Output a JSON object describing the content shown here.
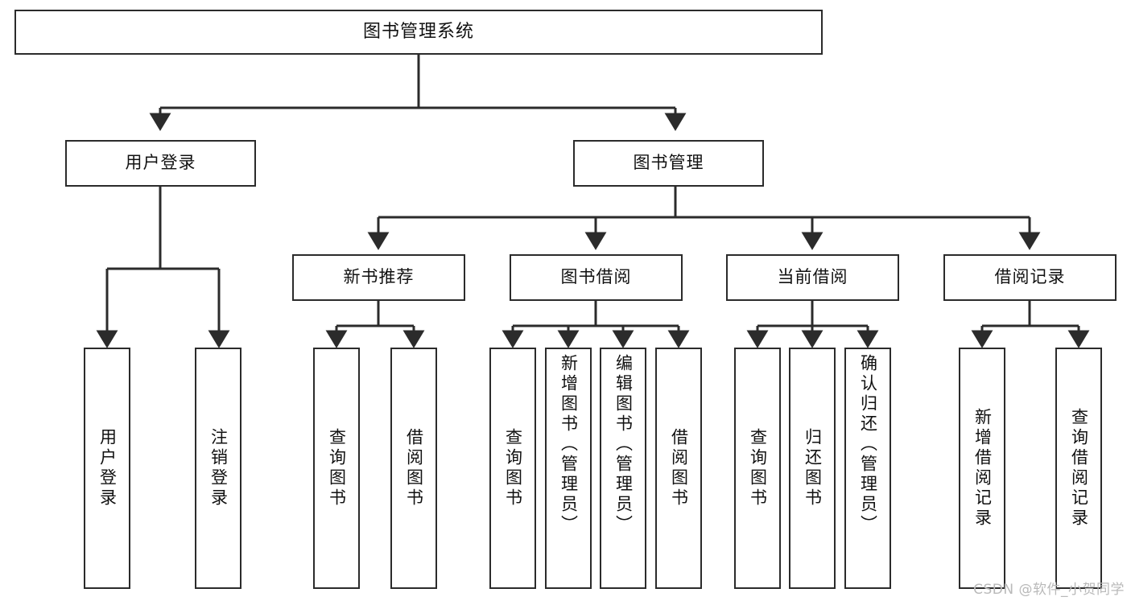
{
  "diagram": {
    "type": "tree",
    "title": "图书管理系统",
    "watermark": "CSDN @软件_小贺同学",
    "style": {
      "background": "#ffffff",
      "box_fill": "#ffffff",
      "box_stroke": "#2b2b2b",
      "text_color": "#111111",
      "connector_color": "#2b2b2b",
      "watermark_color": "#b9b9b9"
    },
    "levels": [
      {
        "level": 1,
        "nodes": [
          {
            "id": "root",
            "label": "图书管理系统",
            "orientation": "horizontal"
          }
        ]
      },
      {
        "level": 2,
        "nodes": [
          {
            "id": "user-login",
            "label": "用户登录",
            "orientation": "horizontal",
            "parent": "root"
          },
          {
            "id": "book-manage",
            "label": "图书管理",
            "orientation": "horizontal",
            "parent": "root"
          }
        ]
      },
      {
        "level": 3,
        "nodes": [
          {
            "id": "new-book-rec",
            "label": "新书推荐",
            "orientation": "horizontal",
            "parent": "book-manage"
          },
          {
            "id": "book-borrow",
            "label": "图书借阅",
            "orientation": "horizontal",
            "parent": "book-manage"
          },
          {
            "id": "current-borrow",
            "label": "当前借阅",
            "orientation": "horizontal",
            "parent": "book-manage"
          },
          {
            "id": "borrow-record",
            "label": "借阅记录",
            "orientation": "horizontal",
            "parent": "book-manage"
          }
        ]
      },
      {
        "level": 4,
        "nodes": [
          {
            "id": "leaf-user-login",
            "label": "用户登录",
            "orientation": "vertical",
            "parent": "user-login"
          },
          {
            "id": "leaf-logout",
            "label": "注销登录",
            "orientation": "vertical",
            "parent": "user-login"
          },
          {
            "id": "leaf-query-book-1",
            "label": "查询图书",
            "orientation": "vertical",
            "parent": "new-book-rec"
          },
          {
            "id": "leaf-borrow-book-1",
            "label": "借阅图书",
            "orientation": "vertical",
            "parent": "new-book-rec"
          },
          {
            "id": "leaf-query-book-2",
            "label": "查询图书",
            "orientation": "vertical",
            "parent": "book-borrow"
          },
          {
            "id": "leaf-add-book",
            "label": "新增图书（管理员）",
            "orientation": "vertical",
            "parent": "book-borrow"
          },
          {
            "id": "leaf-edit-book",
            "label": "编辑图书（管理员）",
            "orientation": "vertical",
            "parent": "book-borrow"
          },
          {
            "id": "leaf-borrow-book-2",
            "label": "借阅图书",
            "orientation": "vertical",
            "parent": "book-borrow"
          },
          {
            "id": "leaf-query-book-3",
            "label": "查询图书",
            "orientation": "vertical",
            "parent": "current-borrow"
          },
          {
            "id": "leaf-return-book",
            "label": "归还图书",
            "orientation": "vertical",
            "parent": "current-borrow"
          },
          {
            "id": "leaf-confirm-return",
            "label": "确认归还（管理员）",
            "orientation": "vertical",
            "parent": "current-borrow"
          },
          {
            "id": "leaf-add-record",
            "label": "新增借阅记录",
            "orientation": "vertical",
            "parent": "borrow-record"
          },
          {
            "id": "leaf-query-record",
            "label": "查询借阅记录",
            "orientation": "vertical",
            "parent": "borrow-record"
          }
        ]
      }
    ]
  }
}
